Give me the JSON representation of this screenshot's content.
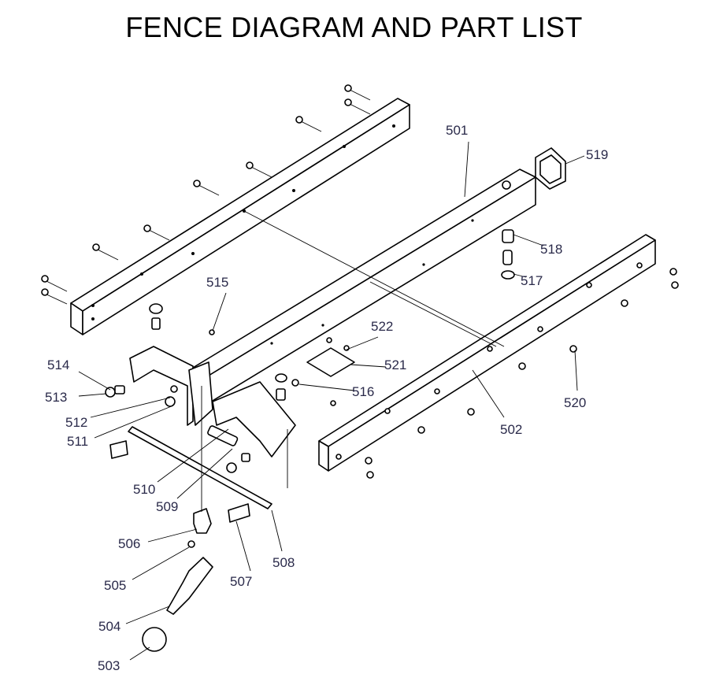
{
  "title": "FENCE DIAGRAM AND PART LIST",
  "labels": {
    "p501": "501",
    "p502": "502",
    "p503": "503",
    "p504": "504",
    "p505": "505",
    "p506": "506",
    "p507": "507",
    "p508": "508",
    "p509": "509",
    "p510": "510",
    "p511": "511",
    "p512": "512",
    "p513": "513",
    "p514": "514",
    "p515": "515",
    "p516": "516",
    "p517": "517",
    "p518": "518",
    "p519": "519",
    "p520": "520",
    "p521": "521",
    "p522": "522"
  }
}
